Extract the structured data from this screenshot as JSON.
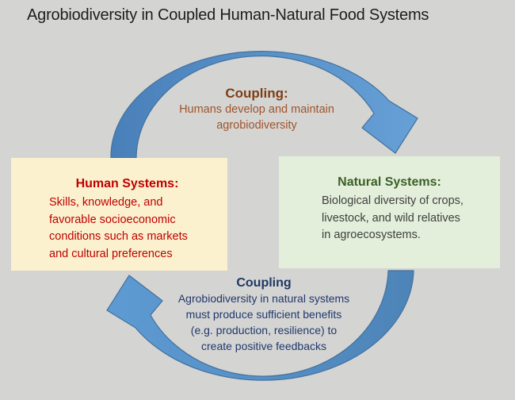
{
  "title": "Agrobiodiversity in Coupled Human-Natural Food Systems",
  "coupling_top": {
    "heading": "Coupling:",
    "lines": [
      "Humans develop and maintain",
      "agrobiodiversity"
    ]
  },
  "human_box": {
    "heading": "Human Systems:",
    "lines": [
      "Skills, knowledge, and",
      "favorable socioeconomic",
      "conditions such as markets",
      "and cultural preferences"
    ]
  },
  "natural_box": {
    "heading": "Natural Systems:",
    "lines": [
      "Biological diversity of crops,",
      "livestock, and wild relatives",
      "in agroecosystems."
    ]
  },
  "coupling_bottom": {
    "heading": "Coupling",
    "lines": [
      "Agrobiodiversity in natural systems",
      "must produce sufficient benefits",
      "(e.g. production, resilience) to",
      "create positive feedbacks"
    ]
  },
  "icons": {
    "big_arrow_top": "curved-coupling-arrow-clockwise",
    "big_arrow_bottom": "curved-coupling-arrow-clockwise",
    "cycle_arrow": "circular-cycle-arrow"
  },
  "colors": {
    "background": "#d4d4d3",
    "arrow_fill": "#5b9bd5",
    "arrow_outline": "#41719c",
    "human_box_bg": "#fbf1ce",
    "human_text": "#c00000",
    "natural_box_bg": "#e3efda",
    "natural_heading": "#3a5f27",
    "natural_text": "#3f3f3f",
    "coupling_top_text": "#a0542a",
    "coupling_bottom_text": "#1f3864"
  }
}
